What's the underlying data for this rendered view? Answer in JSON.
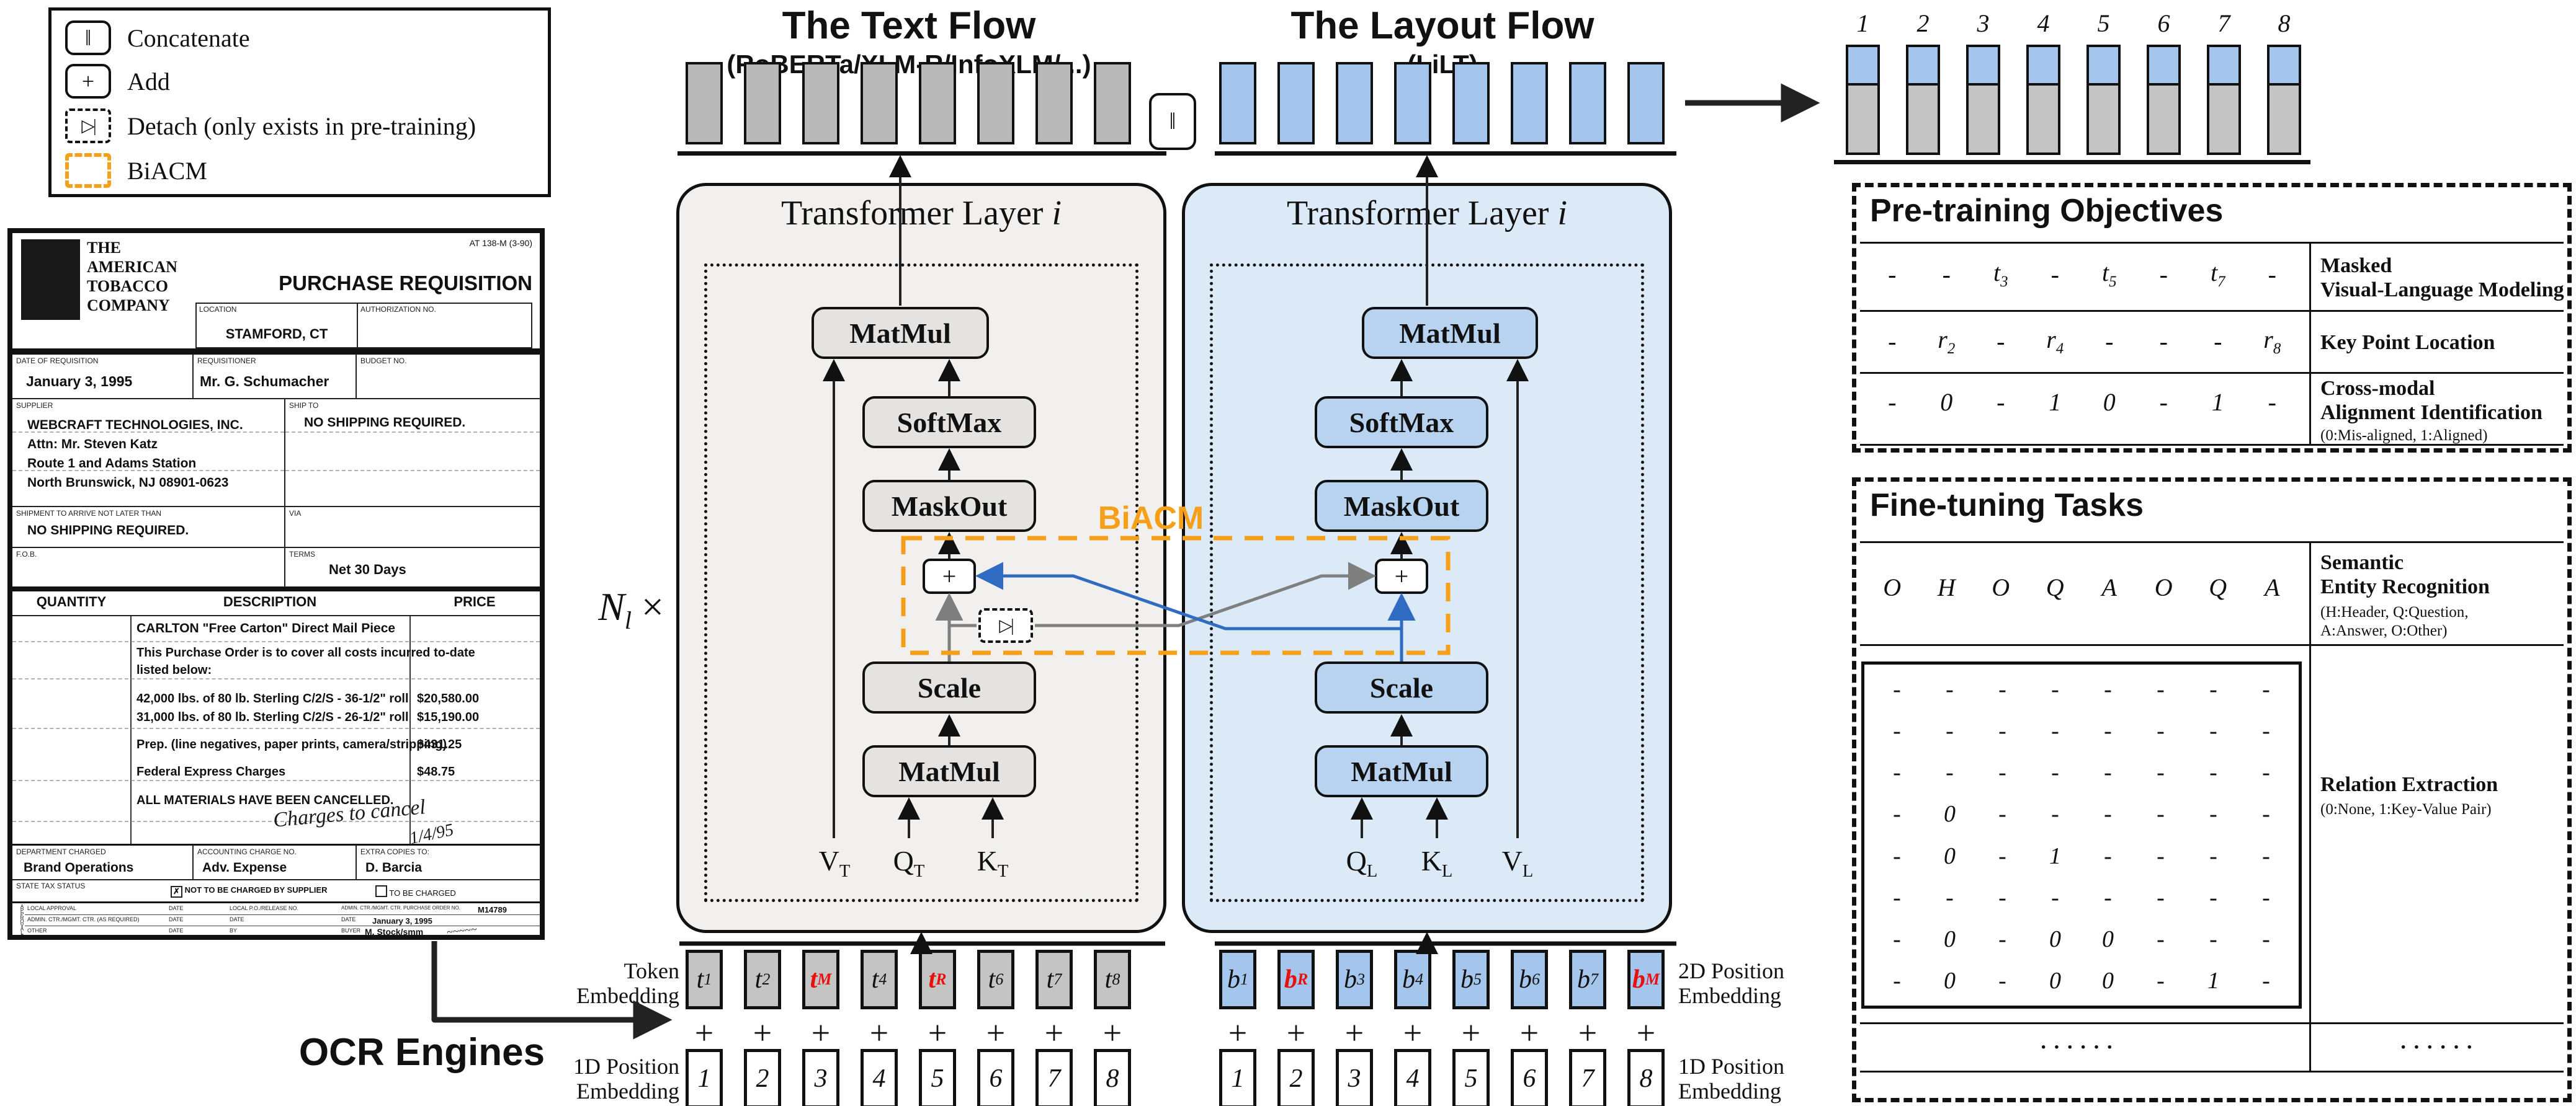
{
  "legend": {
    "items": [
      {
        "glyph": "‖",
        "label": "Concatenate"
      },
      {
        "glyph": "+",
        "label": "Add"
      },
      {
        "glyph": "▷|",
        "label": "Detach (only exists in pre-training)"
      },
      {
        "glyph": "",
        "label": "BiACM"
      }
    ]
  },
  "doc": {
    "form_code": "AT 138-M (3-90)",
    "company_lines": [
      "THE",
      "AMERICAN",
      "TOBACCO",
      "COMPANY"
    ],
    "title": "PURCHASE REQUISITION",
    "location_label": "LOCATION",
    "location_value": "STAMFORD, CT",
    "auth_label": "AUTHORIZATION NO.",
    "date_label": "DATE OF REQUISITION",
    "date_value": "January 3, 1995",
    "req_label": "REQUISITIONER",
    "req_value": "Mr. G. Schumacher",
    "budget_label": "BUDGET NO.",
    "supplier_label": "SUPPLIER",
    "supplier_lines": [
      "WEBCRAFT TECHNOLOGIES, INC.",
      "Attn: Mr. Steven Katz",
      "Route 1 and Adams Station",
      "North Brunswick, NJ 08901-0623"
    ],
    "shipto_label": "SHIP TO",
    "shipto_value": "NO SHIPPING REQUIRED.",
    "arrive_label": "SHIPMENT TO ARRIVE NOT LATER THAN",
    "arrive_value": "NO SHIPPING REQUIRED.",
    "via_label": "VIA",
    "fob_label": "F.O.B.",
    "terms_label": "TERMS",
    "terms_value": "Net 30 Days",
    "qty_header": "QUANTITY",
    "desc_header": "DESCRIPTION",
    "price_header": "PRICE",
    "desc_title": "CARLTON \"Free Carton\" Direct Mail Piece",
    "desc_note_lines": [
      "This Purchase Order is to cover all costs incurred to-date",
      "listed below:"
    ],
    "items": [
      {
        "text": "42,000 lbs. of 80 lb. Sterling C/2/S - 36-1/2\" roll",
        "price": "$20,580.00"
      },
      {
        "text": "31,000 lbs. of 80 lb. Sterling C/2/S - 26-1/2\" roll",
        "price": "$15,190.00"
      },
      {
        "text": "Prep. (line negatives, paper prints, camera/stripping)",
        "price": "$431.25"
      },
      {
        "text": "Federal Express Charges",
        "price": "$48.75"
      }
    ],
    "cancelled": "ALL MATERIALS HAVE BEEN CANCELLED.",
    "handwriting": "Charges to cancel",
    "handwriting_date": "1/4/95",
    "dept_label": "DEPARTMENT CHARGED",
    "dept_value": "Brand Operations",
    "acct_label": "ACCOUNTING CHARGE NO.",
    "acct_value": "Adv. Expense",
    "copies_label": "EXTRA COPIES TO:",
    "copies_value": "D. Barcia",
    "tax_label": "STATE TAX STATUS",
    "tax_opt1": "NOT TO BE CHARGED BY SUPPLIER",
    "tax_opt2": "TO BE CHARGED",
    "approvals_vertical": "APPROVALS",
    "appr_rows": [
      {
        "c1": "LOCAL APPROVAL",
        "c2": "DATE",
        "c3": "LOCAL P.O./RELEASE NO.",
        "c4": "ADMIN. CTR./MGMT. CTR. PURCHASE ORDER NO.",
        "c4v": "M14789"
      },
      {
        "c1": "ADMIN. CTR./MGMT. CTR. (AS REQUIRED)",
        "c2": "DATE",
        "c3": "DATE",
        "c4": "DATE",
        "c4v": "January 3, 1995"
      },
      {
        "c1": "OTHER",
        "c2": "DATE",
        "c3": "BY",
        "c4": "BUYER",
        "c4v": "M. Stock/smm"
      }
    ]
  },
  "ocr_label": "OCR Engines",
  "headers": {
    "text_flow_title": "The Text Flow",
    "text_flow_subtitle": "(RoBERTa/XLM-R/InfoXLM/...)",
    "layout_flow_title": "The Layout Flow",
    "layout_flow_subtitle": "(LiLT)",
    "concat_symbol": "‖"
  },
  "n_layers": {
    "base": "N",
    "sub": "l",
    "times": "×"
  },
  "biacm_label": "BiACM",
  "text_flow": {
    "layer_title": "Transformer Layer ",
    "layer_index": "i",
    "boxes": {
      "matmul_top": "MatMul",
      "softmax": "SoftMax",
      "maskout": "MaskOut",
      "plus": "+",
      "detach_glyph": "▷|",
      "scale": "Scale",
      "matmul_bottom": "MatMul"
    },
    "inputs": [
      {
        "base": "V",
        "sub": "T"
      },
      {
        "base": "Q",
        "sub": "T"
      },
      {
        "base": "K",
        "sub": "T"
      }
    ]
  },
  "layout_flow": {
    "layer_title": "Transformer Layer ",
    "layer_index": "i",
    "boxes": {
      "matmul_top": "MatMul",
      "softmax": "SoftMax",
      "maskout": "MaskOut",
      "plus": "+",
      "scale": "Scale",
      "matmul_bottom": "MatMul"
    },
    "inputs": [
      {
        "base": "Q",
        "sub": "L"
      },
      {
        "base": "K",
        "sub": "L"
      },
      {
        "base": "V",
        "sub": "L"
      }
    ]
  },
  "emb": {
    "token_label_lines": [
      "Token",
      "Embedding"
    ],
    "pos1d_label_lines": [
      "1D Position",
      "Embedding"
    ],
    "pos2d_label_lines": [
      "2D Position",
      "Embedding"
    ],
    "text_tokens": [
      {
        "base": "t",
        "sub": "1"
      },
      {
        "base": "t",
        "sub": "2"
      },
      {
        "base": "t",
        "sub": "M",
        "red": true
      },
      {
        "base": "t",
        "sub": "4"
      },
      {
        "base": "t",
        "sub": "R",
        "red": true
      },
      {
        "base": "t",
        "sub": "6"
      },
      {
        "base": "t",
        "sub": "7"
      },
      {
        "base": "t",
        "sub": "8"
      }
    ],
    "layout_tokens": [
      {
        "base": "b",
        "sub": "1"
      },
      {
        "base": "b",
        "sub": "R",
        "red": true
      },
      {
        "base": "b",
        "sub": "3"
      },
      {
        "base": "b",
        "sub": "4"
      },
      {
        "base": "b",
        "sub": "5"
      },
      {
        "base": "b",
        "sub": "6"
      },
      {
        "base": "b",
        "sub": "7"
      },
      {
        "base": "b",
        "sub": "M",
        "red": true
      }
    ],
    "plus_row": [
      "+",
      "+",
      "+",
      "+",
      "+",
      "+",
      "+",
      "+"
    ],
    "pos1d": [
      "1",
      "2",
      "3",
      "4",
      "5",
      "6",
      "7",
      "8"
    ]
  },
  "output": {
    "indices": [
      "1",
      "2",
      "3",
      "4",
      "5",
      "6",
      "7",
      "8"
    ]
  },
  "pretraining": {
    "title": "Pre-training Objectives",
    "rows": [
      {
        "values": [
          "-",
          "-",
          {
            "base": "t",
            "sub": "3"
          },
          "-",
          {
            "base": "t",
            "sub": "5"
          },
          "-",
          {
            "base": "t",
            "sub": "7"
          },
          "-"
        ],
        "label_lines": [
          "Masked",
          "Visual-Language Modeling"
        ],
        "note": ""
      },
      {
        "values": [
          "-",
          {
            "base": "r",
            "sub": "2"
          },
          "-",
          {
            "base": "r",
            "sub": "4"
          },
          "-",
          "-",
          "-",
          {
            "base": "r",
            "sub": "8"
          }
        ],
        "label_lines": [
          "Key Point Location"
        ],
        "note": ""
      },
      {
        "values": [
          "-",
          "0",
          "-",
          "1",
          "0",
          "-",
          "1",
          "-"
        ],
        "label_lines": [
          "Cross-modal",
          "Alignment Identification"
        ],
        "note": "(0:Mis-aligned, 1:Aligned)"
      }
    ]
  },
  "finetuning": {
    "title": "Fine-tuning Tasks",
    "ser_values": [
      "O",
      "H",
      "O",
      "Q",
      "A",
      "O",
      "Q",
      "A"
    ],
    "ser_label_lines": [
      "Semantic",
      "Entity Recognition"
    ],
    "ser_note_lines": [
      "(H:Header, Q:Question,",
      " A:Answer, O:Other)"
    ],
    "matrix": [
      [
        "-",
        "-",
        "-",
        "-",
        "-",
        "-",
        "-",
        "-"
      ],
      [
        "-",
        "-",
        "-",
        "-",
        "-",
        "-",
        "-",
        "-"
      ],
      [
        "-",
        "-",
        "-",
        "-",
        "-",
        "-",
        "-",
        "-"
      ],
      [
        "-",
        "0",
        "-",
        "-",
        "-",
        "-",
        "-",
        "-"
      ],
      [
        "-",
        "0",
        "-",
        "1",
        "-",
        "-",
        "-",
        "-"
      ],
      [
        "-",
        "-",
        "-",
        "-",
        "-",
        "-",
        "-",
        "-"
      ],
      [
        "-",
        "0",
        "-",
        "0",
        "0",
        "-",
        "-",
        "-"
      ],
      [
        "-",
        "0",
        "-",
        "0",
        "0",
        "-",
        "1",
        "-"
      ]
    ],
    "re_label": "Relation Extraction",
    "re_note": "(0:None, 1:Key-Value Pair)",
    "dots_left": "······",
    "dots_right": "······"
  }
}
